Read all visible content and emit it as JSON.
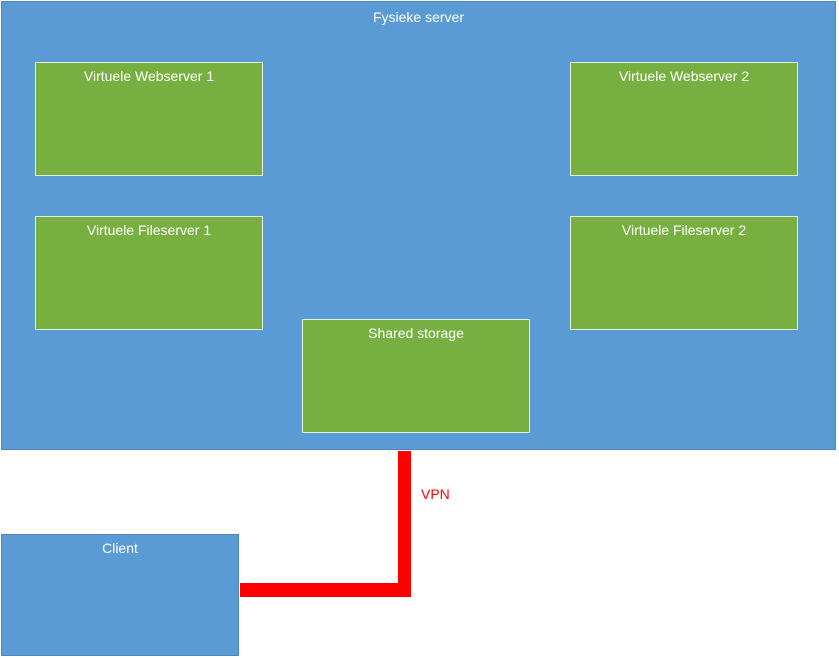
{
  "physical_server": {
    "label": "Fysieke server"
  },
  "virtual_machines": {
    "webserver_1": "Virtuele Webserver 1",
    "webserver_2": "Virtuele Webserver 2",
    "fileserver_1": "Virtuele Fileserver 1",
    "fileserver_2": "Virtuele Fileserver 2",
    "shared_storage": "Shared storage"
  },
  "client": {
    "label": "Client"
  },
  "connection": {
    "label": "VPN"
  },
  "colors": {
    "server_blue": "#5b9bd5",
    "vm_green": "#77b041",
    "vpn_red": "#ff0000"
  }
}
